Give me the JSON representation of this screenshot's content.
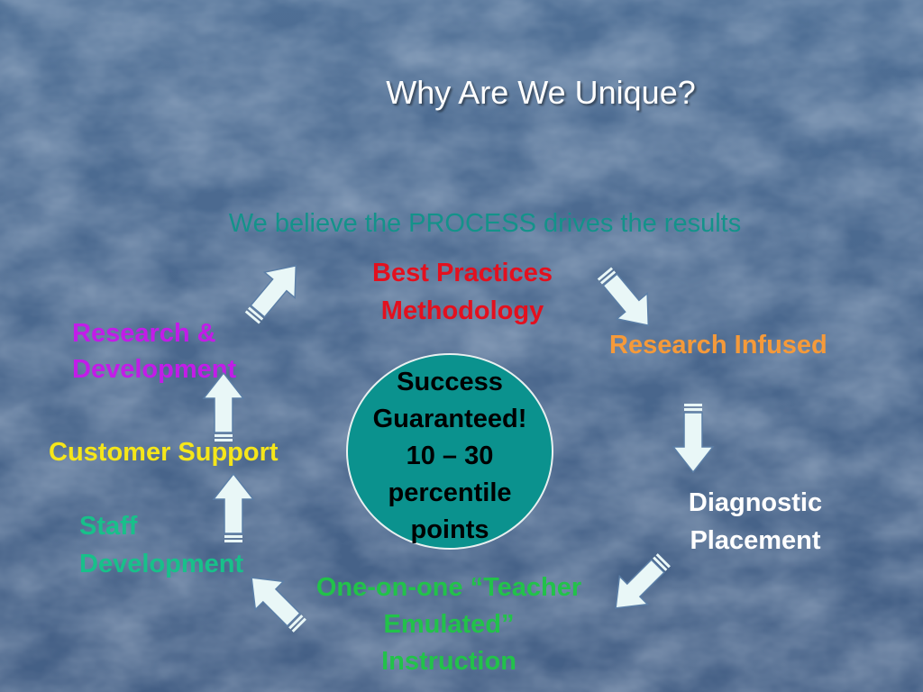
{
  "slide": {
    "title": "Why Are We Unique?",
    "subtitle": "We believe the PROCESS drives the results"
  },
  "center": {
    "lines": [
      "Success",
      "Guaranteed!",
      "10 – 30",
      "percentile",
      "points"
    ],
    "color": "#0b928e"
  },
  "cycle": {
    "best_practices": {
      "line1": "Best Practices",
      "line2": "Methodology",
      "color": "#e3101e"
    },
    "research_infused": {
      "text": "Research Infused",
      "color": "#f59a3a"
    },
    "diagnostic_placement": {
      "line1": "Diagnostic",
      "line2": "Placement",
      "color": "#ffffff"
    },
    "one_on_one": {
      "line1": "One-on-one “Teacher",
      "line2": "Emulated”",
      "line3": "Instruction",
      "color": "#22c24a"
    },
    "staff_development": {
      "line1": "Staff",
      "line2": "Development",
      "color": "#18c08a"
    },
    "customer_support": {
      "text": "Customer Support",
      "color": "#f5e61a"
    },
    "research_development": {
      "line1": "Research &",
      "line2": "Development",
      "color": "#c21ce8"
    }
  }
}
